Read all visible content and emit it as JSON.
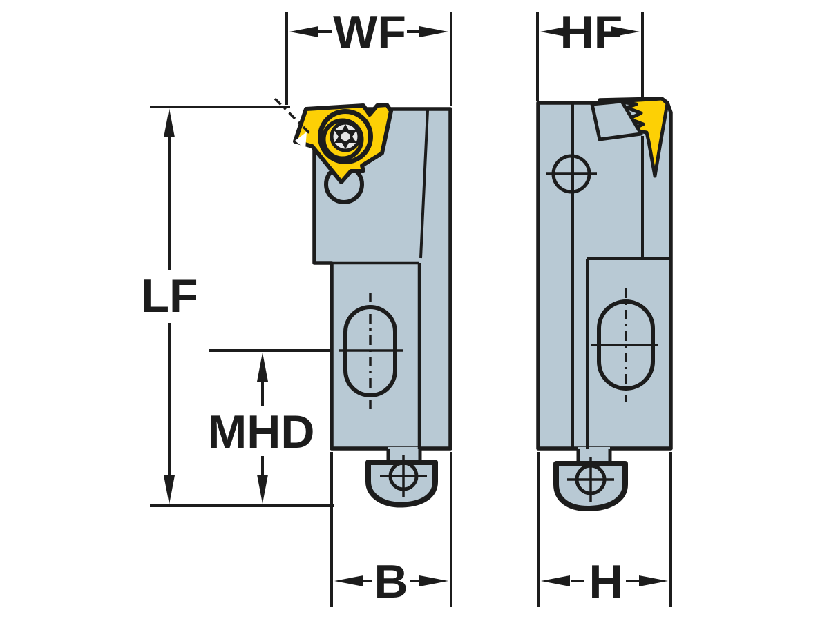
{
  "colors": {
    "background": "#ffffff",
    "outline": "#1c1c1c",
    "body_fill": "#b8c9d4",
    "insert_fill": "#fdd005",
    "screw_face": "#e6e6e6",
    "cutting_tip_white": "#ffffff",
    "text": "#1c1c1c"
  },
  "dimensions": {
    "wf": "WF",
    "hf": "HF",
    "lf": "LF",
    "mhd": "MHD",
    "b": "B",
    "h": "H"
  }
}
